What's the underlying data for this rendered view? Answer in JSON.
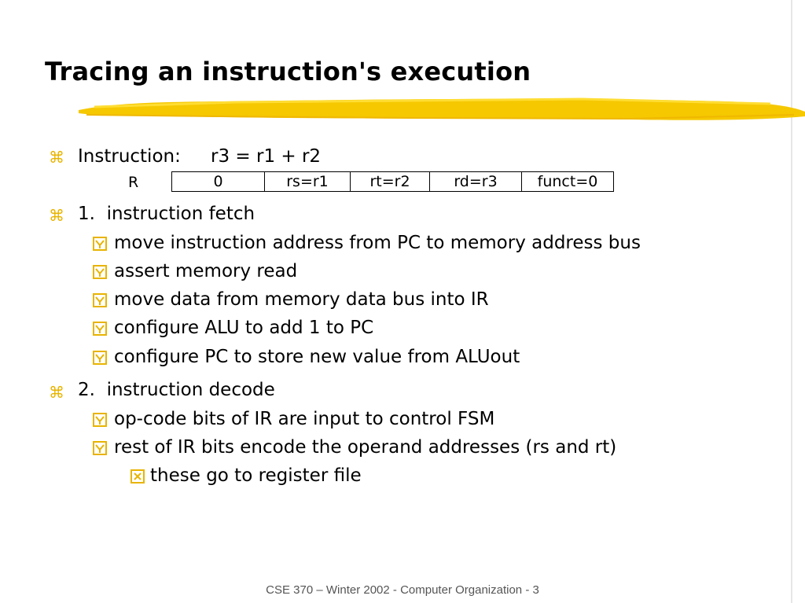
{
  "slide": {
    "title": "Tracing an instruction's execution",
    "instruction": {
      "label": "Instruction:",
      "expr": "r3 = r1 + r2"
    },
    "format": {
      "type": "R",
      "fields": [
        "0",
        "rs=r1",
        "rt=r2",
        "rd=r3",
        "funct=0"
      ]
    },
    "fetch": {
      "heading": "1.  instruction fetch",
      "steps": [
        "move instruction address from PC to memory address bus",
        "assert memory read",
        "move data from memory data bus into IR",
        "configure ALU to add 1 to PC",
        "configure PC to store new value from ALUout"
      ]
    },
    "decode": {
      "heading": "2.  instruction decode",
      "steps": [
        "op-code bits of IR are input to control FSM",
        "rest of IR bits encode the operand addresses (rs and rt)"
      ],
      "sub": [
        "these go to register file"
      ]
    },
    "footer": "CSE 370 – Winter 2002 - Computer Organization - 3"
  },
  "colors": {
    "accent": "#e8b400",
    "stroke": "#f5c800"
  },
  "icons": {
    "level1": "command-icon",
    "level2": "checkbox-icon",
    "level3": "x-box-icon"
  }
}
